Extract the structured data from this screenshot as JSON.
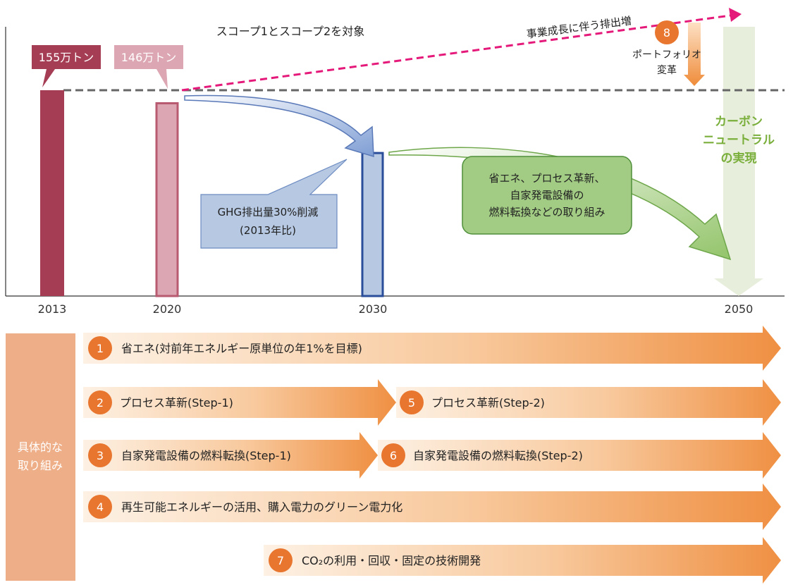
{
  "scope_label": "スコープ1とスコープ2を対象",
  "growth_label": "事業成長に伴う排出増",
  "bars": [
    {
      "year": "2013",
      "label": "155万トン",
      "value": 155
    },
    {
      "year": "2020",
      "label": "146万トン",
      "value": 146
    },
    {
      "year": "2030",
      "value": 108.5
    },
    {
      "year": "2050"
    }
  ],
  "portfolio": {
    "number": "8",
    "line1": "ポートフォリオ",
    "line2": "変革"
  },
  "neutral": {
    "line1": "カーボン",
    "line2": "ニュートラル",
    "line3": "の実現"
  },
  "ghg_callout": {
    "line1": "GHG排出量30%削減",
    "line2": "(2013年比)"
  },
  "green_callout": {
    "line1": "省エネ、プロセス革新、",
    "line2": "自家発電設備の",
    "line3": "燃料転換などの取り組み"
  },
  "side_label": {
    "line1": "具体的な",
    "line2": "取り組み"
  },
  "initiatives": [
    {
      "number": "1",
      "text": "省エネ(対前年エネルギー原単位の年1%を目標)"
    },
    {
      "number": "2",
      "text": "プロセス革新(Step-1)"
    },
    {
      "number": "5",
      "text": "プロセス革新(Step-2)"
    },
    {
      "number": "3",
      "text": "自家発電設備の燃料転換(Step-1)"
    },
    {
      "number": "6",
      "text": "自家発電設備の燃料転換(Step-2)"
    },
    {
      "number": "4",
      "text": "再生可能エネルギーの活用、購入電力のグリーン電力化"
    },
    {
      "number": "7",
      "text": "CO₂の利用・回収・固定の技術開発"
    }
  ],
  "colors": {
    "bar2013": "#a53e55",
    "bar2020_fill": "#dca6b3",
    "bar2020_stroke": "#b85a70",
    "bar2030_fill": "#b6c8e2",
    "bar2030_stroke": "#2a4e9a",
    "neutral_bar": "#e8eedc",
    "neutral_text": "#7aaf3c",
    "growth_arrow": "#e4197a",
    "orange": "#e8762f",
    "side_panel": "#eeae87",
    "green_box": "#a2cc84"
  }
}
